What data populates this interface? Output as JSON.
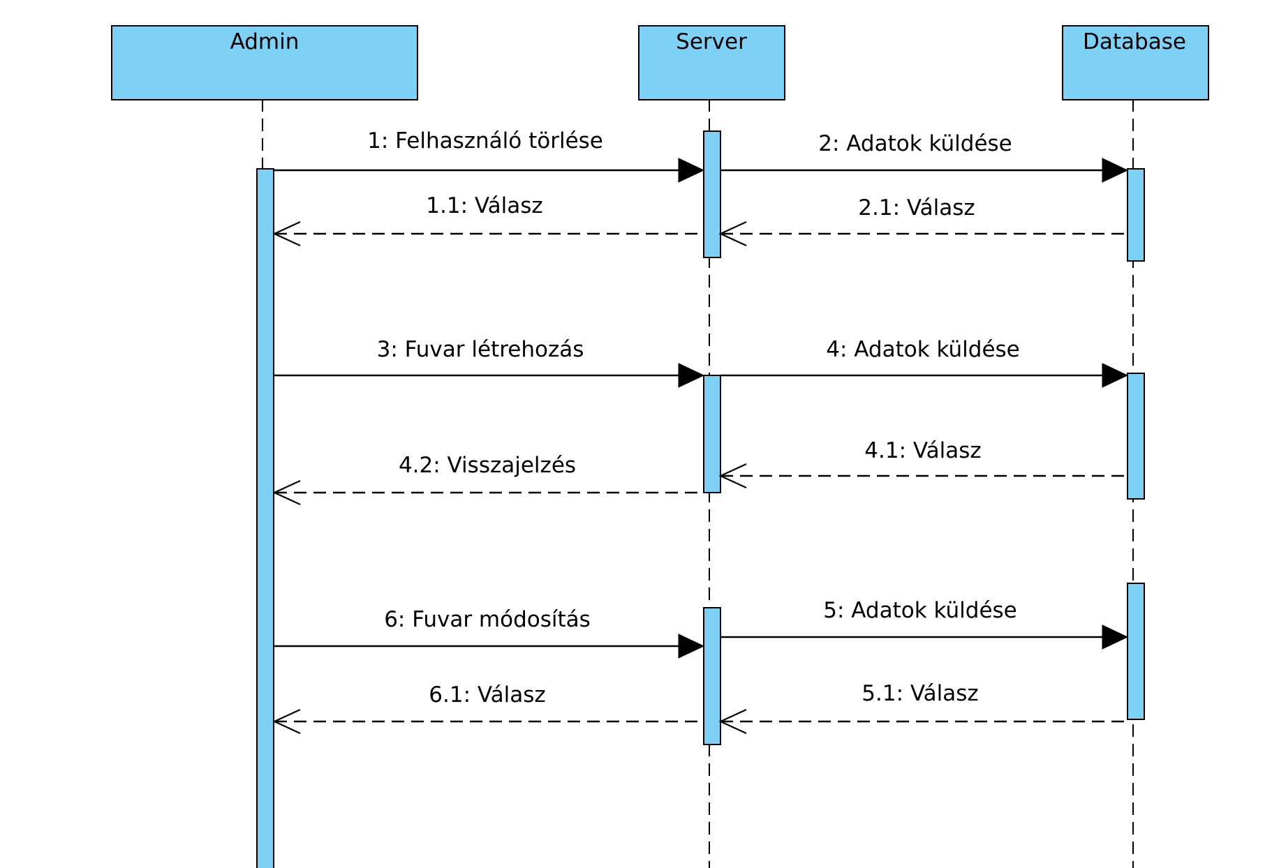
{
  "participants": [
    {
      "id": "admin",
      "label": "Admin"
    },
    {
      "id": "server",
      "label": "Server"
    },
    {
      "id": "database",
      "label": "Database"
    }
  ],
  "messages": [
    {
      "id": "m1",
      "label": "1: Felhasználó törlése",
      "from": "admin",
      "to": "server",
      "kind": "sync"
    },
    {
      "id": "m2",
      "label": "2: Adatok küldése",
      "from": "server",
      "to": "database",
      "kind": "sync"
    },
    {
      "id": "m11",
      "label": "1.1: Válasz",
      "from": "server",
      "to": "admin",
      "kind": "reply"
    },
    {
      "id": "m21",
      "label": "2.1: Válasz",
      "from": "database",
      "to": "server",
      "kind": "reply"
    },
    {
      "id": "m3",
      "label": "3: Fuvar létrehozás",
      "from": "admin",
      "to": "server",
      "kind": "sync"
    },
    {
      "id": "m4",
      "label": "4: Adatok küldése",
      "from": "server",
      "to": "database",
      "kind": "sync"
    },
    {
      "id": "m41",
      "label": "4.1: Válasz",
      "from": "database",
      "to": "server",
      "kind": "reply"
    },
    {
      "id": "m42",
      "label": "4.2: Visszajelzés",
      "from": "server",
      "to": "admin",
      "kind": "reply"
    },
    {
      "id": "m6",
      "label": "6: Fuvar módosítás",
      "from": "admin",
      "to": "server",
      "kind": "sync"
    },
    {
      "id": "m5",
      "label": "5: Adatok küldése",
      "from": "server",
      "to": "database",
      "kind": "sync"
    },
    {
      "id": "m61",
      "label": "6.1: Válasz",
      "from": "server",
      "to": "admin",
      "kind": "reply"
    },
    {
      "id": "m51",
      "label": "5.1: Válasz",
      "from": "database",
      "to": "server",
      "kind": "reply"
    }
  ],
  "colors": {
    "fill": "#7ed0f4",
    "stroke": "#000000"
  }
}
